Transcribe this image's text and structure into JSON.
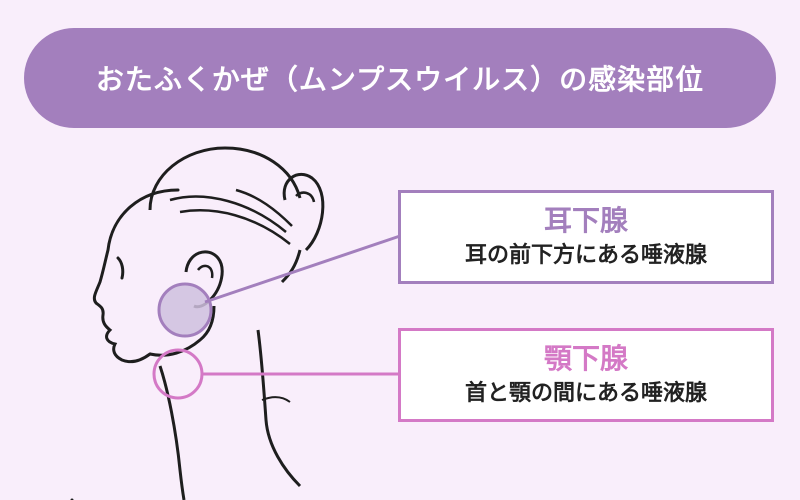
{
  "title": "おたふくかぜ（ムンプスウイルス）の感染部位",
  "labels": [
    {
      "name": "耳下腺",
      "description": "耳の前下方にある唾液腺"
    },
    {
      "name": "顎下腺",
      "description": "首と顎の間にある唾液腺"
    }
  ],
  "colors": {
    "background": "#f9eefb",
    "title_pill": "#a37fbd",
    "parotid": "#a37fbd",
    "parotid_fill": "#cfc0de",
    "submandibular": "#d479c6",
    "skin_fill": "#ffffff",
    "outline": "#1e1e1e"
  }
}
